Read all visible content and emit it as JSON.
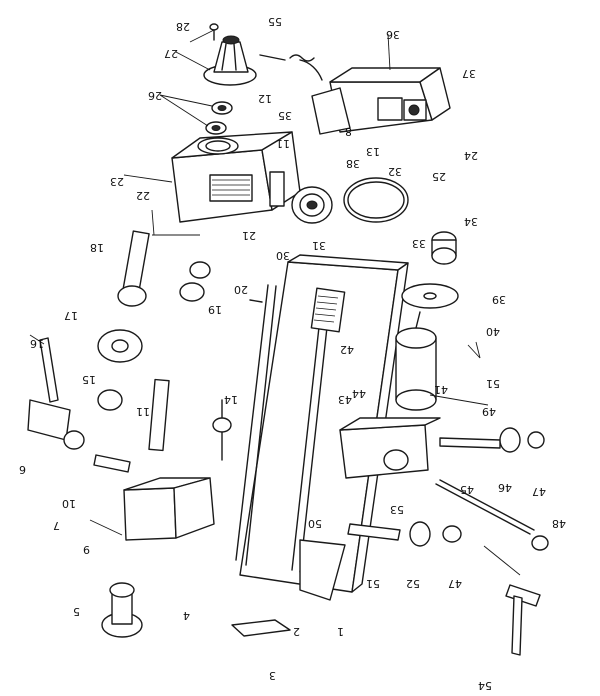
{
  "title": "",
  "labels": [
    "28",
    "27",
    "55",
    "36",
    "37",
    "26",
    "12",
    "35",
    "24",
    "8",
    "25",
    "13",
    "11",
    "38",
    "23",
    "22",
    "32",
    "21",
    "30",
    "31",
    "34",
    "33",
    "18",
    "20",
    "19",
    "39",
    "40",
    "17",
    "41",
    "42",
    "51",
    "16",
    "15",
    "14",
    "11",
    "43",
    "44",
    "49",
    "6",
    "45",
    "46",
    "47",
    "10",
    "7",
    "53",
    "50",
    "48",
    "9",
    "52",
    "51",
    "47",
    "4",
    "2",
    "5",
    "1",
    "3",
    "54"
  ]
}
